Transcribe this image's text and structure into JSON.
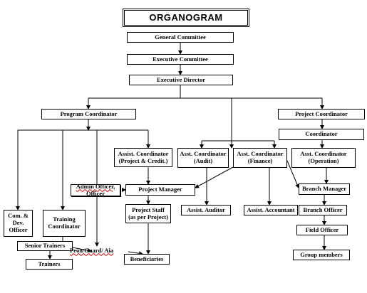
{
  "title": "ORGANOGRAM",
  "nodes": {
    "general_committee": "General Committee",
    "executive_committee": "Executive Committee",
    "executive_director": "Executive Director",
    "program_coordinator": "Program Coordinator",
    "project_coordinator": "Project Coordinator",
    "coordinator": "Coordinator",
    "asst_coord_project_credit": "Assist. Coordinator (Project & Credit.)",
    "asst_coord_audit": "Asst. Coordinator (Audit)",
    "asst_coord_finance": "Asst. Coordinator (Finance)",
    "asst_coord_operation": "Asst. Coordinator (Operation)",
    "admin_officer": "Admin Officer, Officer",
    "project_manager": "Project Manager",
    "branch_manager": "Branch Manager",
    "assist_auditor": "Assist. Auditor",
    "assist_accountant": "Assist. Accountant",
    "branch_officer": "Branch Officer",
    "project_staff": "Project Staff (as per Project)",
    "field_officer": "Field Officer",
    "com_dev_officer": "Com. & Dev. Officer",
    "training_coordinator": "Training Coordinator",
    "senior_trainers": "Senior Trainers",
    "peon_guard_aia": "Peon/Guard/ Aia",
    "beneficiaries": "Beneficiaries",
    "trainers": "Trainers",
    "group_members": "Group members"
  }
}
